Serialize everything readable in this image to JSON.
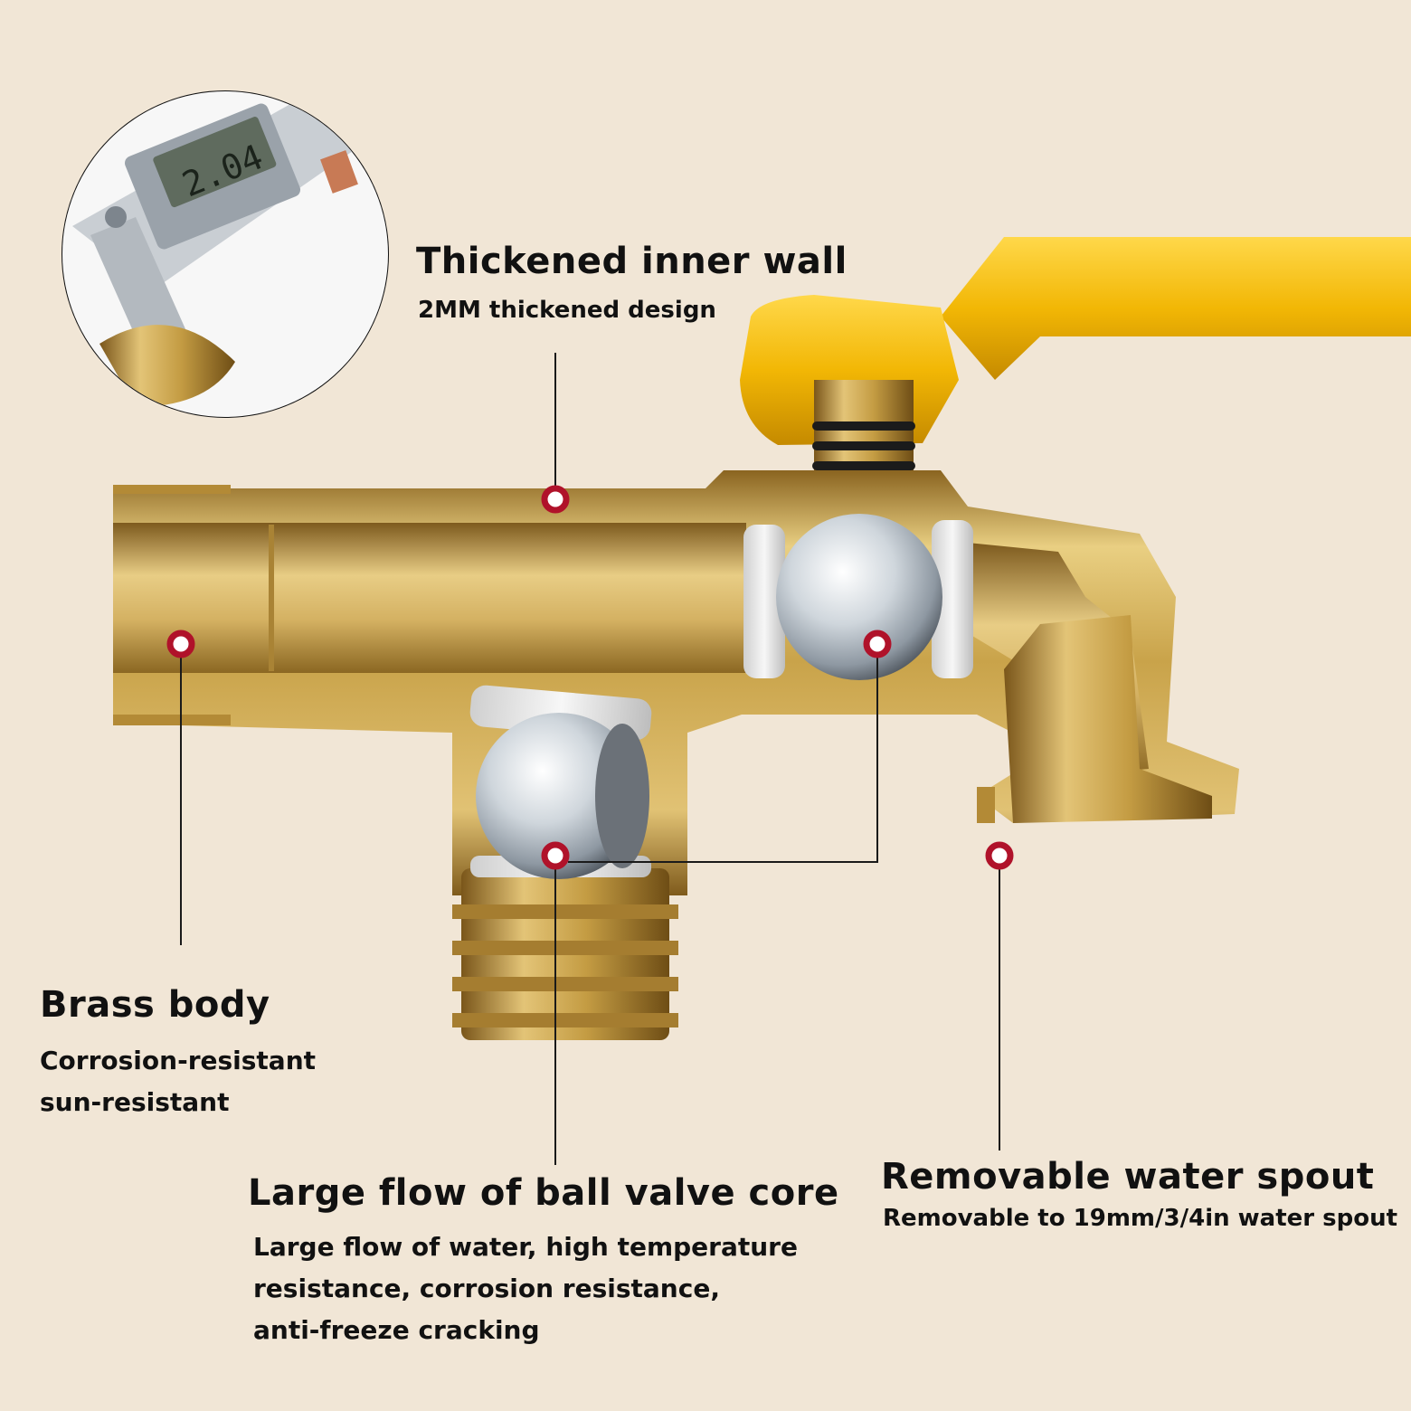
{
  "callouts": {
    "inner_wall": {
      "title": "Thickened inner wall",
      "subtitle": "2MM thickened design"
    },
    "brass_body": {
      "title": "Brass body",
      "lines": [
        "Corrosion-resistant",
        "sun-resistant"
      ]
    },
    "ball_valve": {
      "title": "Large flow of ball valve core",
      "lines": [
        "Large flow of water, high temperature",
        "resistance, corrosion resistance,",
        "anti-freeze cracking"
      ]
    },
    "water_spout": {
      "title": "Removable water spout",
      "subtitle": "Removable to 19mm/3/4in water spout"
    }
  },
  "caliper_readout": "2.04",
  "colors": {
    "background": "#f1e6d6",
    "brass": "#c9a34a",
    "handle": "#f2b705",
    "marker": "#b0122a",
    "seal": "#ececec",
    "steel_ball": "#b9c3cc"
  }
}
